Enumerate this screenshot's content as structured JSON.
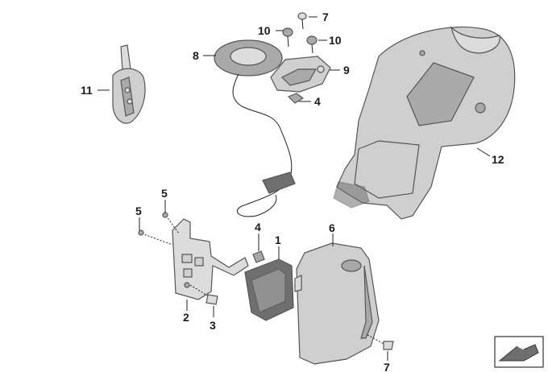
{
  "labels": {
    "p1": "1",
    "p2": "2",
    "p3": "3",
    "p4a": "4",
    "p4b": "4",
    "p5a": "5",
    "p5b": "5",
    "p6": "6",
    "p7a": "7",
    "p7b": "7",
    "p8": "8",
    "p9": "9",
    "p10a": "10",
    "p10b": "10",
    "p11": "11",
    "p12": "12"
  },
  "colors": {
    "part_fill": "#cfcfcf",
    "part_dark": "#6f6f6f",
    "line": "#222222"
  },
  "icons": {
    "corner": "direction-arrow-icon"
  }
}
